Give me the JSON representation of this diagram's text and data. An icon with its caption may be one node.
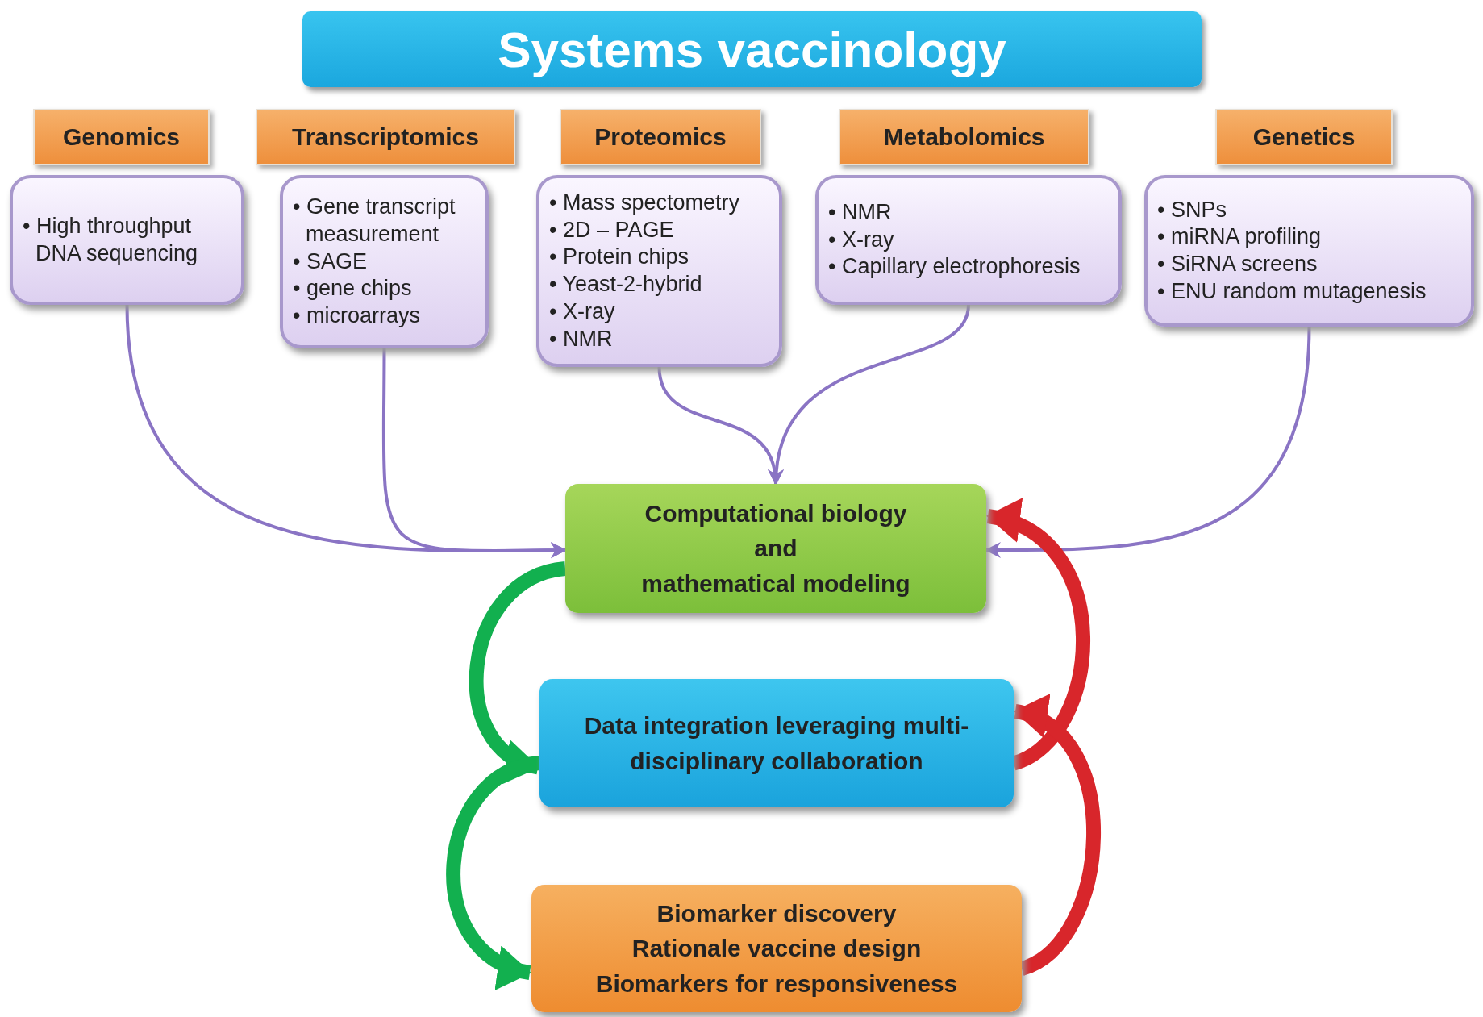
{
  "diagram": {
    "title": "Systems vaccinology",
    "nodes": [
      {
        "text": [
          "Genomics"
        ]
      },
      {
        "text": [
          "Transcriptomics"
        ]
      },
      {
        "text": [
          "Proteomics"
        ]
      },
      {
        "text": [
          "Metabolomics"
        ]
      },
      {
        "text": [
          "Genetics"
        ]
      },
      {
        "text": [
          "• High throughput DNA sequencing"
        ]
      },
      {
        "text": [
          "• Gene transcript measurement",
          "• SAGE",
          "• gene chips",
          "• microarrays"
        ]
      },
      {
        "text": [
          "• Mass spectometry",
          "• 2D – PAGE",
          "• Protein chips",
          "• Yeast-2-hybrid",
          "• X-ray",
          "• NMR"
        ]
      },
      {
        "text": [
          "• NMR",
          "• X-ray",
          "• Capillary electrophoresis"
        ]
      },
      {
        "text": [
          "• SNPs",
          "• miRNA profiling",
          "• SiRNA screens",
          "• ENU random mutagenesis"
        ]
      },
      {
        "text": [
          "Computational biology",
          "and",
          "mathematical modeling"
        ]
      },
      {
        "text": [
          "Data integration leveraging multi-disciplinary collaboration"
        ]
      },
      {
        "text": [
          "Biomarker discovery",
          "Rationale vaccine design",
          "Biomarkers for responsiveness"
        ]
      }
    ],
    "edges": [
      {
        "from": 5,
        "to": 10,
        "arrow": "to"
      },
      {
        "from": 6,
        "to": 10,
        "arrow": "to"
      },
      {
        "from": 7,
        "to": 10,
        "arrow": "to"
      },
      {
        "from": 8,
        "to": 10,
        "arrow": "to"
      },
      {
        "from": 9,
        "to": 10,
        "arrow": "to"
      },
      {
        "from": 10,
        "to": 11,
        "arrow": "to",
        "style": "thick",
        "color": "#12b04f"
      },
      {
        "from": 11,
        "to": 12,
        "arrow": "to",
        "style": "thick",
        "color": "#12b04f"
      },
      {
        "from": 11,
        "to": 10,
        "arrow": "to",
        "style": "thick",
        "color": "#d8262b"
      },
      {
        "from": 12,
        "to": 11,
        "arrow": "to",
        "style": "thick",
        "color": "#d8262b"
      }
    ]
  }
}
